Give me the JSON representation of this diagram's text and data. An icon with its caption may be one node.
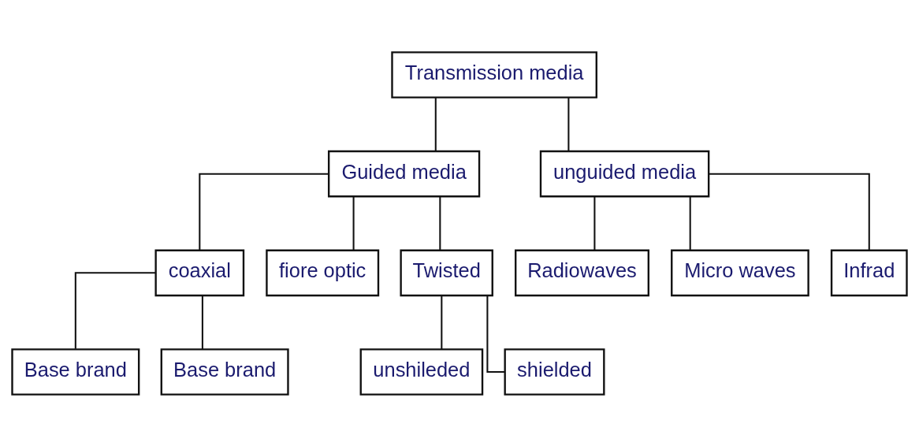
{
  "diagram": {
    "nodes": [
      {
        "text": [
          "Transmission media"
        ]
      },
      {
        "text": [
          "Guided media"
        ]
      },
      {
        "text": [
          "unguided media"
        ]
      },
      {
        "text": [
          "coaxial"
        ]
      },
      {
        "text": [
          "fiore optic"
        ]
      },
      {
        "text": [
          "Twisted"
        ]
      },
      {
        "text": [
          "Radiowaves"
        ]
      },
      {
        "text": [
          "Micro waves"
        ]
      },
      {
        "text": [
          "Infrad"
        ]
      },
      {
        "text": [
          "Base brand"
        ]
      },
      {
        "text": [
          "Base brand"
        ]
      },
      {
        "text": [
          "unshileded"
        ]
      },
      {
        "text": [
          "shielded"
        ]
      }
    ],
    "edges": [
      {
        "from": 0,
        "to": 1,
        "arrow": "none"
      },
      {
        "from": 0,
        "to": 2,
        "arrow": "none"
      },
      {
        "from": 1,
        "to": 3,
        "arrow": "none"
      },
      {
        "from": 1,
        "to": 4,
        "arrow": "none"
      },
      {
        "from": 1,
        "to": 5,
        "arrow": "none"
      },
      {
        "from": 2,
        "to": 6,
        "arrow": "none"
      },
      {
        "from": 2,
        "to": 7,
        "arrow": "none"
      },
      {
        "from": 2,
        "to": 8,
        "arrow": "none"
      },
      {
        "from": 3,
        "to": 9,
        "arrow": "none"
      },
      {
        "from": 3,
        "to": 10,
        "arrow": "none"
      },
      {
        "from": 5,
        "to": 11,
        "arrow": "none"
      },
      {
        "from": 5,
        "to": 12,
        "arrow": "none"
      }
    ]
  }
}
